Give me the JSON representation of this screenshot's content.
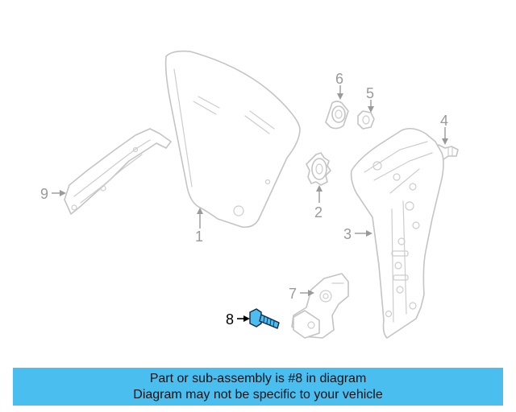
{
  "diagram": {
    "callouts": {
      "c1": "1",
      "c2": "2",
      "c3": "3",
      "c4": "4",
      "c5": "5",
      "c6": "6",
      "c7": "7",
      "c8": "8",
      "c9": "9"
    },
    "highlighted_part": "8",
    "colors": {
      "highlight": "#4dbdee",
      "banner": "#4bbef0",
      "outline": "#c4c4c4"
    }
  },
  "banner": {
    "line1": "Part or sub-assembly is #8 in diagram",
    "line2": "Diagram may not be specific to your vehicle"
  }
}
